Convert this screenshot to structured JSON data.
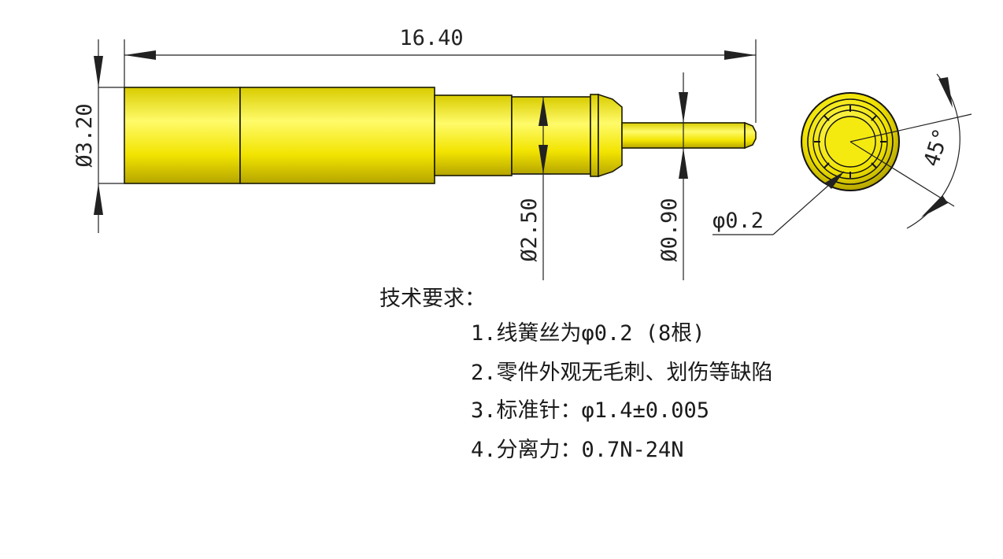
{
  "drawing": {
    "length_label": "16.40",
    "dia_body_label": "Ø3.20",
    "dia_mid_label": "Ø2.50",
    "dia_tip_label": "Ø0.90",
    "wire_label": "φ0.2",
    "angle_label": "45°"
  },
  "notes": {
    "heading": "技术要求：",
    "items": [
      "1.线簧丝为φ0.2 (8根)",
      "2.零件外观无毛刺、划伤等缺陷",
      "3.标准针：φ1.4±0.005",
      "4.分离力：0.7N-24N"
    ]
  },
  "colors": {
    "part_fill": "#f2e800",
    "part_highlight": "#fffb6a",
    "part_shadow": "#b8a800",
    "line": "#222222"
  }
}
